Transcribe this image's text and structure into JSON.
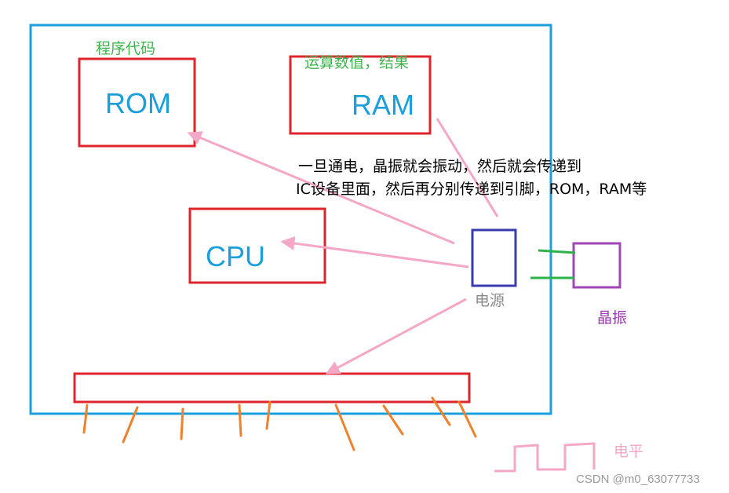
{
  "labels": {
    "program_code": "程序代码",
    "rom": "ROM",
    "ram_caption": "运算数值，结果",
    "ram": "RAM",
    "cpu": "CPU",
    "note_line1": "一旦通电，晶振就会振动，然后就会传递到",
    "note_line2": "IC设备里面，然后再分别传递到引脚，ROM，RAM等",
    "power": "电源",
    "crystal": "晶振",
    "level": "电平",
    "watermark": "CSDN @m0_63077733"
  },
  "colors": {
    "board_border": "#1a9fdc",
    "component_border": "#e0242b",
    "power_border": "#3b3bb0",
    "crystal_border": "#a347b8",
    "wire": "#2db34a",
    "arrow": "#f4a7c6",
    "pin": "#f0812a",
    "text_blue": "#1a9fdc",
    "text_green": "#3cb44b"
  }
}
